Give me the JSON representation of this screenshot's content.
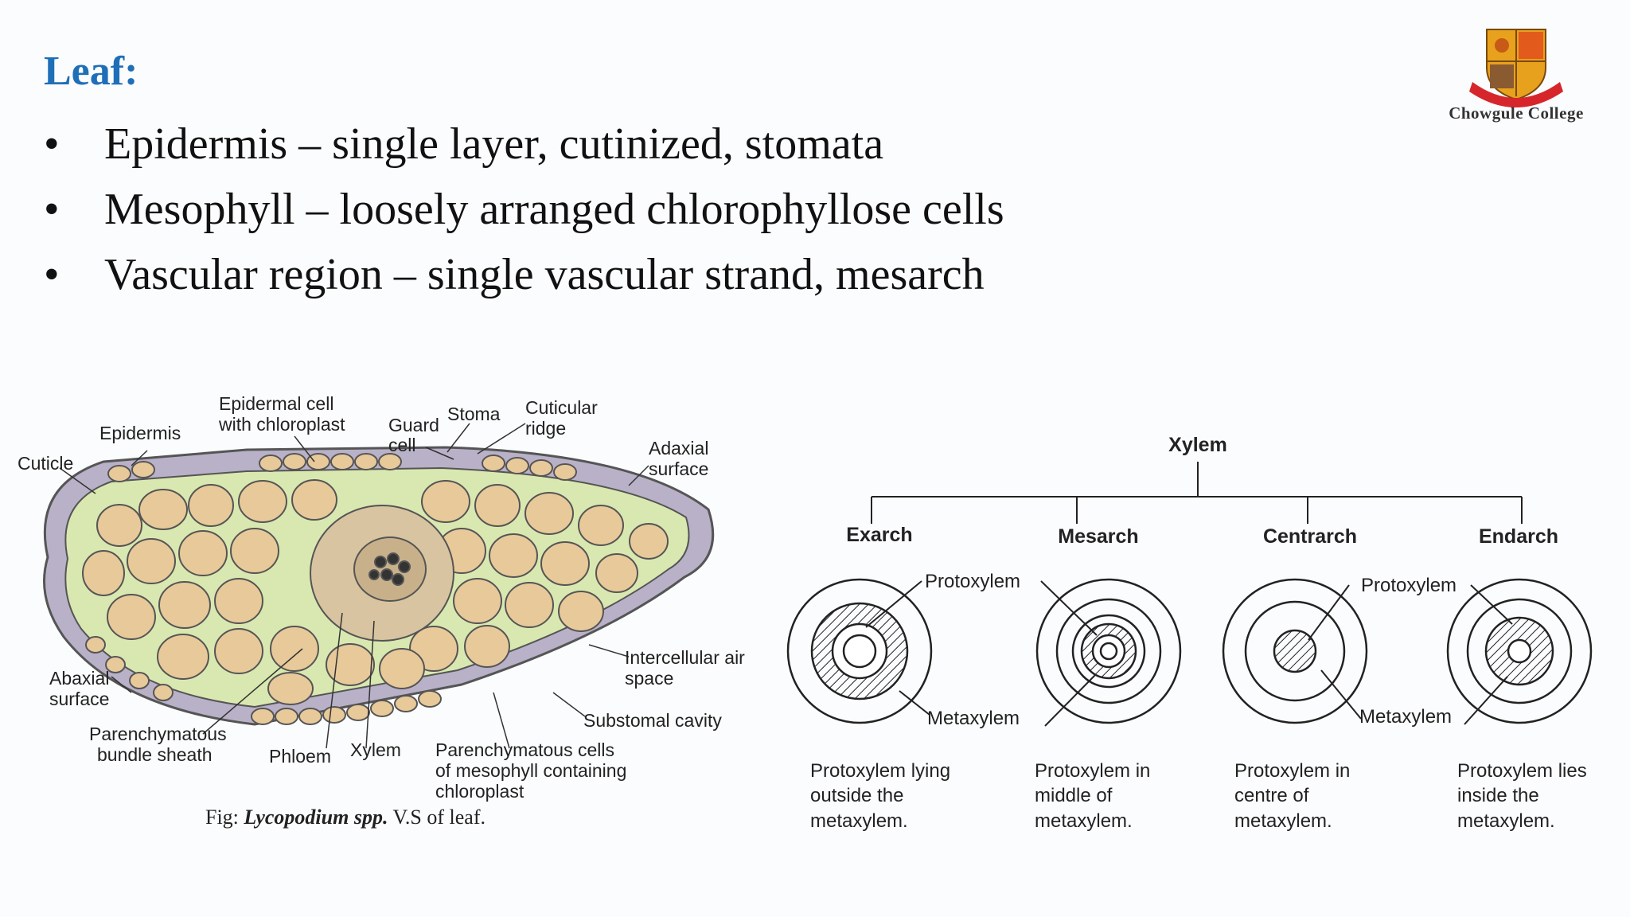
{
  "heading": "Leaf:",
  "bullets": [
    {
      "marker": "•",
      "text": "Epidermis – single layer, cutinized, stomata"
    },
    {
      "marker": "•",
      "text": "Mesophyll – loosely arranged chlorophyllose cells"
    },
    {
      "marker": "•",
      "text": "Vascular region – single vascular strand, mesarch"
    }
  ],
  "logo": {
    "name": "Chowgule College",
    "colors": {
      "shield": "#e8a11c",
      "ribbon": "#d6262c"
    }
  },
  "leaf_figure": {
    "labels": {
      "cuticle": "Cuticle",
      "epidermis": "Epidermis",
      "epidermal_cell_1": "Epidermal cell",
      "epidermal_cell_2": "with chloroplast",
      "guard_1": "Guard",
      "guard_2": "cell",
      "stoma": "Stoma",
      "cuticular_1": "Cuticular",
      "cuticular_2": "ridge",
      "adaxial_1": "Adaxial",
      "adaxial_2": "surface",
      "abaxial_1": "Abaxial",
      "abaxial_2": "surface",
      "intercellular_1": "Intercellular air",
      "intercellular_2": "space",
      "substomal": "Substomal cavity",
      "bundle_sheath_1": "Parenchymatous",
      "bundle_sheath_2": "bundle sheath",
      "phloem": "Phloem",
      "xylem": "Xylem",
      "paren_1": "Parenchymatous cells",
      "paren_2": "of mesophyll containing",
      "paren_3": "chloroplast"
    },
    "caption_prefix": "Fig:",
    "caption_species": "Lycopodium spp.",
    "caption_suffix": "V.S of leaf.",
    "colors": {
      "cell": "#e8c99a",
      "mesophyll_bg": "#d9e8b0",
      "epidermis": "#b9b1c8"
    }
  },
  "xylem_figure": {
    "root": "Xylem",
    "types": [
      {
        "name": "Exarch",
        "desc": [
          "Protoxylem lying",
          "outside the",
          "metaxylem."
        ]
      },
      {
        "name": "Mesarch",
        "desc": [
          "Protoxylem in",
          "middle of",
          "metaxylem."
        ]
      },
      {
        "name": "Centrarch",
        "desc": [
          "Protoxylem in",
          "centre of",
          "metaxylem."
        ]
      },
      {
        "name": "Endarch",
        "desc": [
          "Protoxylem lies",
          "inside the",
          "metaxylem."
        ]
      }
    ],
    "protoxylem_label": "Protoxylem",
    "metaxylem_label": "Metaxylem"
  }
}
